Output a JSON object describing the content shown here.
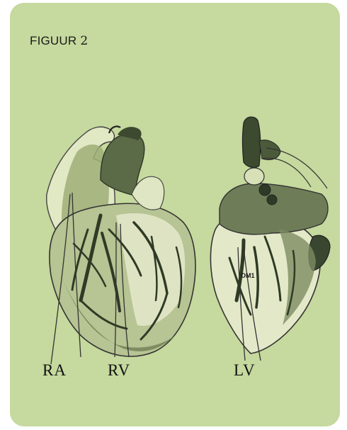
{
  "figure": {
    "title": "FIGUUR",
    "number": "2"
  },
  "labels": {
    "ra": "RA",
    "rv": "RV",
    "lv": "LV",
    "om1": "OM1"
  },
  "colors": {
    "card_background": "#c6d99e",
    "heart_light": "#e4eac8",
    "heart_mid": "#a9b884",
    "heart_dark": "#4e5e3c",
    "vessel": "#2f3a26"
  }
}
